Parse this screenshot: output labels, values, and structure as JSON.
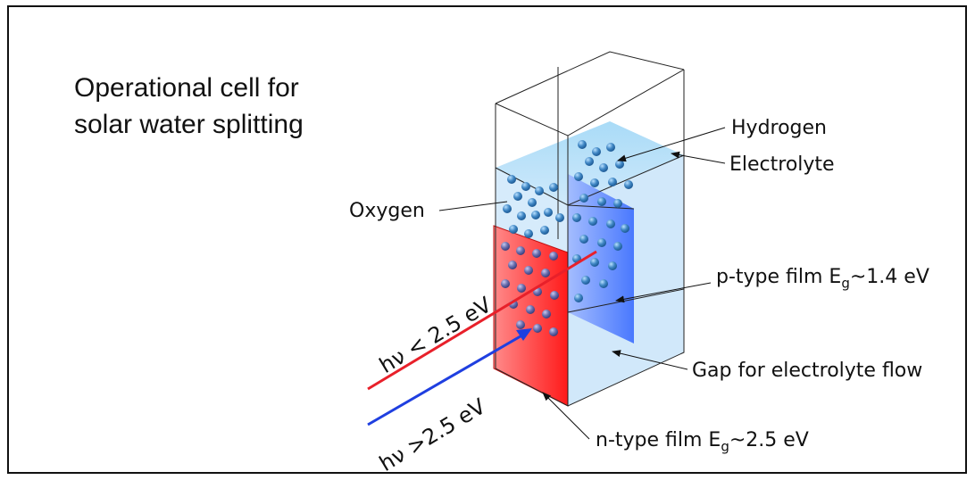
{
  "title": {
    "line1": "Operational cell for",
    "line2": "solar water splitting"
  },
  "labels": {
    "hydrogen": "Hydrogen",
    "electrolyte": "Electrolyte",
    "oxygen": "Oxygen",
    "p_type_prefix": "p-type film E",
    "p_type_sub": "g",
    "p_type_suffix": "~1.4 eV",
    "gap": "Gap for electrolyte flow",
    "n_type_prefix": "n-type film E",
    "n_type_sub": "g",
    "n_type_suffix": "~2.5 eV"
  },
  "rays": {
    "red_label": "hν <  2.5 eV",
    "blue_label": "hν >2.5 eV"
  },
  "colors": {
    "n_type_film": "#ff3030",
    "p_type_film": "#4a7cff",
    "electrolyte": "#cfe7fb",
    "red_ray": "#e8202a",
    "blue_ray": "#1f3fe0",
    "bubble": "#3f86c4"
  }
}
